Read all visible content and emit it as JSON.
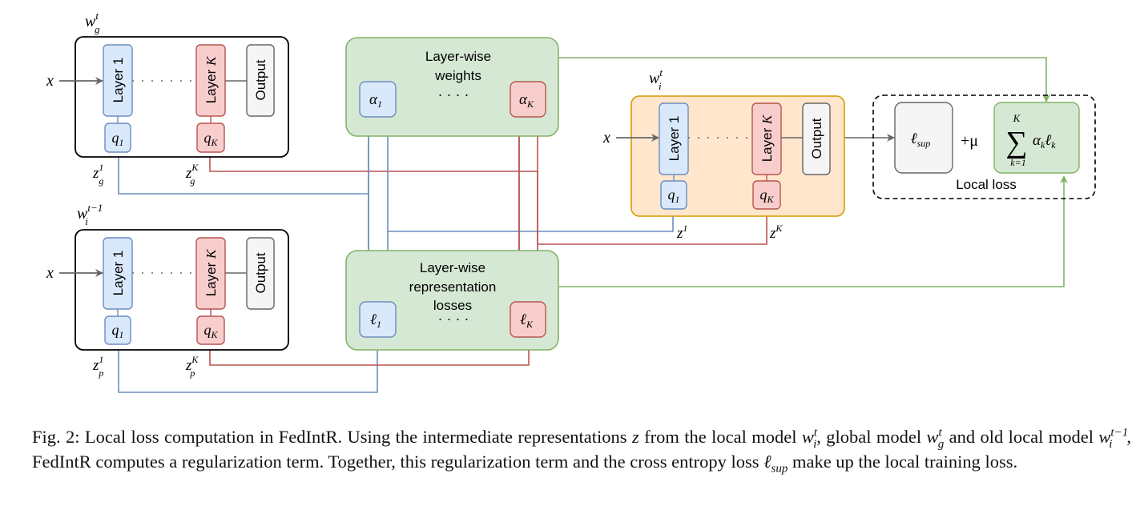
{
  "colors": {
    "blue_fill": "#dae8fc",
    "blue_stroke": "#6c8ebf",
    "red_fill": "#f8cecc",
    "red_stroke": "#b85450",
    "green_fill": "#d5e8d4",
    "green_stroke": "#82b366",
    "orange_fill": "#ffe6cc",
    "orange_stroke": "#d79b00",
    "gray_fill": "#f5f5f5",
    "gray_stroke": "#666666"
  },
  "models": {
    "global": {
      "label_base": "w",
      "label_sup": "t",
      "label_sub": "g",
      "input": "x",
      "layer1": "Layer 1",
      "dots": "· · · ·",
      "layerK": "Layer ",
      "layerK_var": "K",
      "output": "Output",
      "q1_base": "q",
      "q1_sub": "1",
      "qK_base": "q",
      "qK_sub": "K",
      "z1_base": "z",
      "z1_sup": "1",
      "z1_sub": "g",
      "zK_base": "z",
      "zK_sup": "K",
      "zK_sub": "g"
    },
    "old_local": {
      "label_base": "w",
      "label_sup": "t−1",
      "label_sub": "i",
      "input": "x",
      "layer1": "Layer 1",
      "dots": "· · · ·",
      "layerK": "Layer ",
      "layerK_var": "K",
      "output": "Output",
      "q1_base": "q",
      "q1_sub": "1",
      "qK_base": "q",
      "qK_sub": "K",
      "z1_base": "z",
      "z1_sup": "1",
      "z1_sub": "p",
      "zK_base": "z",
      "zK_sup": "K",
      "zK_sub": "p"
    },
    "local": {
      "label_base": "w",
      "label_sup": "t",
      "label_sub": "i",
      "input": "x",
      "layer1": "Layer 1",
      "dots": "· · · ·",
      "layerK": "Layer ",
      "layerK_var": "K",
      "output": "Output",
      "q1_base": "q",
      "q1_sub": "1",
      "qK_base": "q",
      "qK_sub": "K",
      "z1_base": "z",
      "z1_sup": "1",
      "zK_base": "z",
      "zK_sup": "K"
    }
  },
  "weights_box": {
    "title_line1": "Layer-wise",
    "title_line2": "weights",
    "alpha1_base": "α",
    "alpha1_sub": "1",
    "dots": "· · · ·",
    "alphaK_base": "α",
    "alphaK_sub": "K"
  },
  "losses_box": {
    "title_line1": "Layer-wise",
    "title_line2": "representation",
    "title_line3": "losses",
    "l1_base": "ℓ",
    "l1_sub": "1",
    "dots": "· · · ·",
    "lK_base": "ℓ",
    "lK_sub": "K"
  },
  "local_loss": {
    "lsup_base": "ℓ",
    "lsup_sub": "sup",
    "plus_mu": "+μ",
    "sum_top": "K",
    "sum_symbol": "∑",
    "sum_bottom": "k=1",
    "sum_alpha": "α",
    "sum_alpha_sub": "k",
    "sum_l": "ℓ",
    "sum_l_sub": "k",
    "label": "Local loss"
  },
  "caption": {
    "p1": "Fig. 2: Local loss computation in FedIntR. Using the intermediate representations ",
    "z": "z",
    "p2": " from the local model ",
    "w1": "w",
    "w1_sub": "i",
    "w1_sup": "t",
    "p3": ", global model ",
    "w2": "w",
    "w2_sub": "g",
    "w2_sup": "t",
    "p4": " and old local model ",
    "w3": "w",
    "w3_sub": "i",
    "w3_sup": "t−1",
    "p5": ", FedIntR computes a regularization term. Together, this regularization term and the cross entropy loss ",
    "l": "ℓ",
    "l_sub": "sup",
    "p6": " make up the local training loss."
  }
}
